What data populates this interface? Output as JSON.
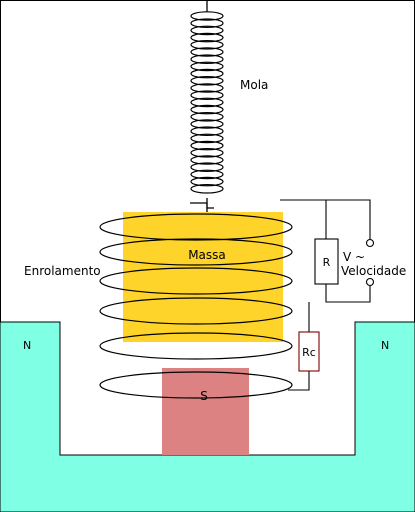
{
  "labels": {
    "spring": "Mola",
    "mass": "Massa",
    "winding": "Enrolamento",
    "magnet_north_left": "N",
    "magnet_north_right": "N",
    "magnet_south": "S",
    "resistor": "R",
    "coil_resistance": "Rc",
    "voltage_line1": "V ~",
    "voltage_line2": "Velocidade"
  },
  "colors": {
    "background": "#ffffff",
    "magnet_body": "#7fffe4",
    "mass": "#ffd42a",
    "south_pole": "#dc8282",
    "rc_outline": "#800000",
    "wire": "#000000"
  }
}
